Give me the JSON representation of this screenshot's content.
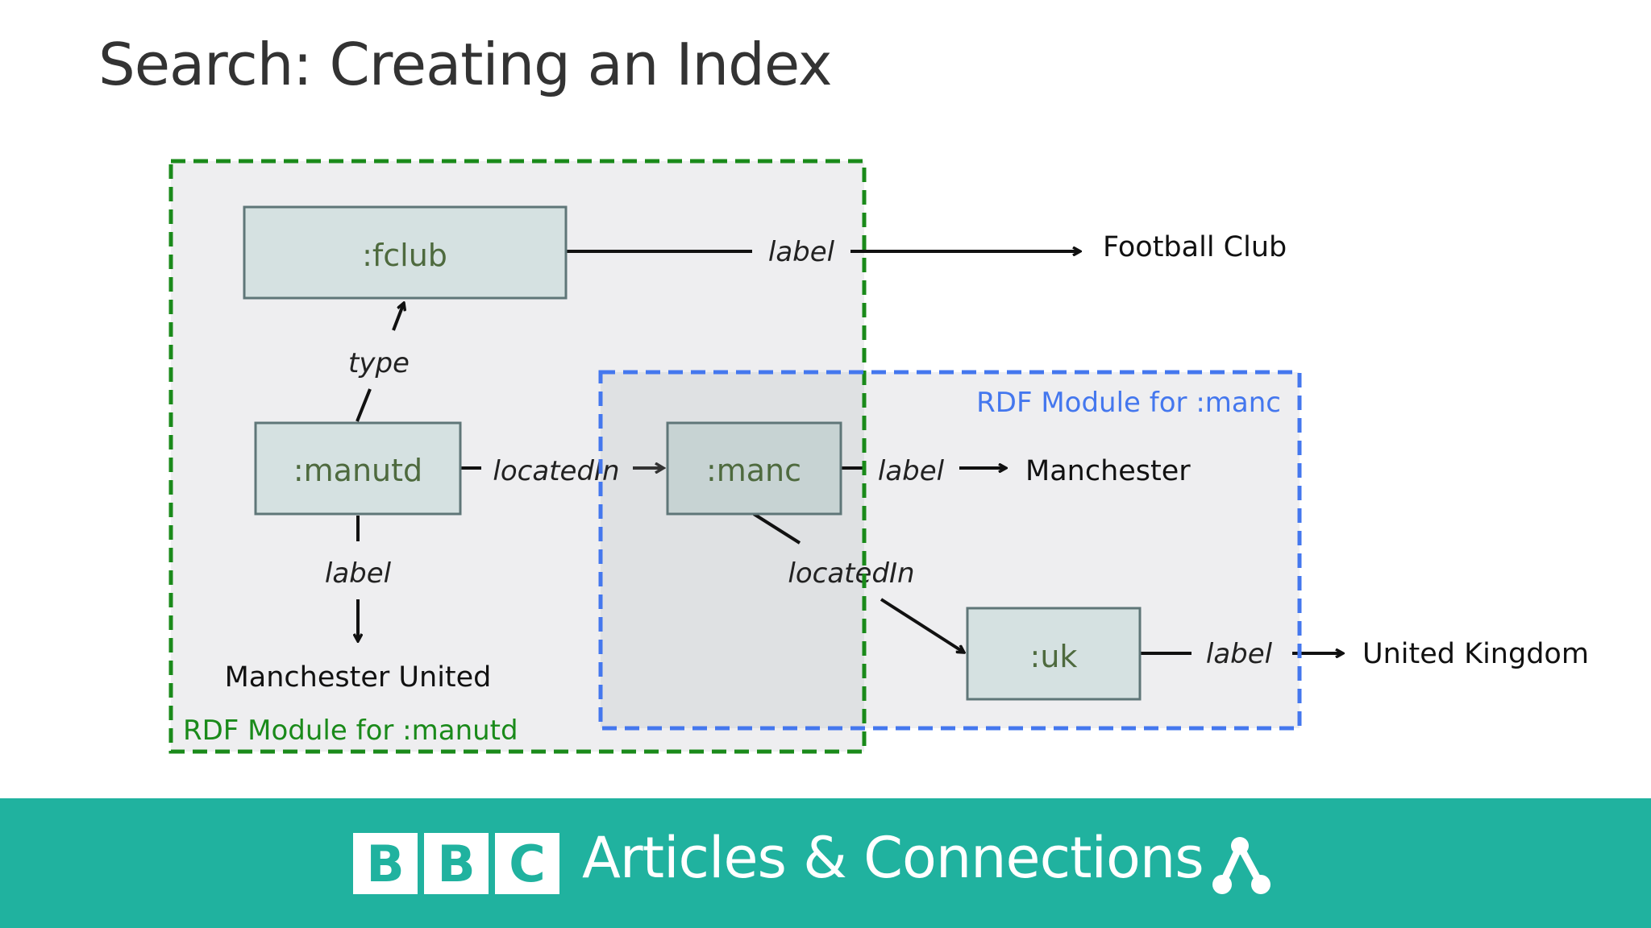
{
  "title": "Search: Creating an Index",
  "nodes": {
    "fclub": ":fclub",
    "manutd": ":manutd",
    "manc": ":manc",
    "uk": ":uk"
  },
  "edges": {
    "fclub_label": "label",
    "manutd_type": "type",
    "manutd_locatedIn": "locatedIn",
    "manutd_label": "label",
    "manc_label": "label",
    "manc_locatedIn": "locatedIn",
    "uk_label": "label"
  },
  "literals": {
    "football_club": "Football Club",
    "manchester": "Manchester",
    "manchester_united": "Manchester United",
    "united_kingdom": "United Kingdom"
  },
  "modules": {
    "manutd": {
      "label": "RDF Module for :manutd",
      "color": "#1a8a1a"
    },
    "manc": {
      "label": "RDF Module for :manc",
      "color": "#4477ee"
    }
  },
  "footer": {
    "bbc_letters": [
      "B",
      "B",
      "C"
    ],
    "title": "Articles & Connections",
    "logo_icon": "connections-icon",
    "background": "#20b29f"
  }
}
